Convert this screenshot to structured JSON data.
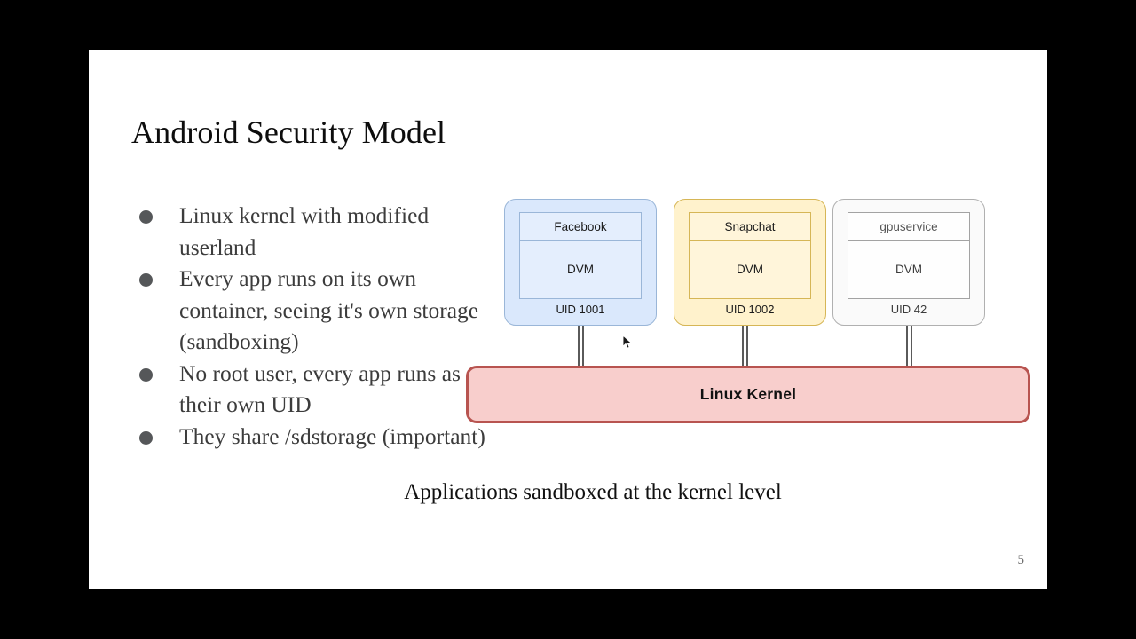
{
  "slide": {
    "title": "Android Security Model",
    "page_number": "5",
    "bullets": [
      "Linux kernel with modified userland",
      "Every app runs on its own container, seeing it's own storage (sandboxing)",
      "No root user, every app runs as their own UID",
      "They share /sdstorage (important)"
    ],
    "diagram": {
      "caption": "Applications sandboxed at the kernel level",
      "kernel": {
        "label": "Linux Kernel",
        "fill": "#f8cecc",
        "border": "#b85450"
      },
      "apps": [
        {
          "name": "Facebook",
          "runtime": "DVM",
          "uid": "UID 1001",
          "fill": "#dae8fc",
          "border": "#9ab6d8"
        },
        {
          "name": "Snapchat",
          "runtime": "DVM",
          "uid": "UID 1002",
          "fill": "#fff2cc",
          "border": "#d6b656"
        },
        {
          "name": "gpuservice",
          "runtime": "DVM",
          "uid": "UID 42",
          "fill": "#fafafa",
          "border": "#b0b0b0"
        }
      ]
    }
  },
  "cursor": {
    "icon": "mouse-pointer-icon"
  }
}
